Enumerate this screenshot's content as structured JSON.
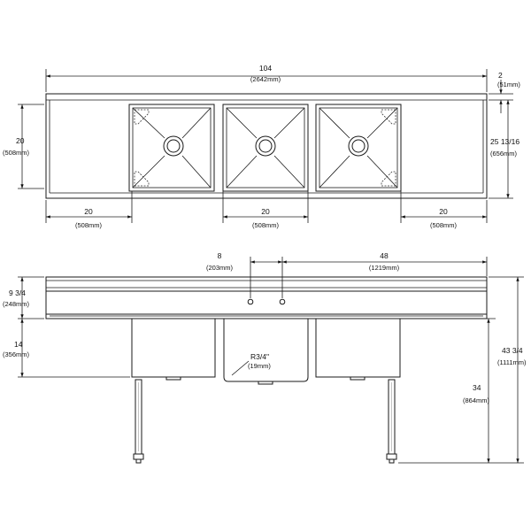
{
  "top_view": {
    "overall_length": {
      "in": "104",
      "mm": "(2642mm)"
    },
    "backsplash": {
      "in": "2",
      "mm": "(51mm)"
    },
    "drainboard_depth": {
      "in": "20",
      "mm": "(508mm)"
    },
    "overall_depth": {
      "in": "25 13/16",
      "mm": "(656mm)"
    },
    "left_drainboard": {
      "in": "20",
      "mm": "(508mm)"
    },
    "bowl_width": {
      "in": "20",
      "mm": "(508mm)"
    },
    "right_drainboard": {
      "in": "20",
      "mm": "(508mm)"
    }
  },
  "front_view": {
    "faucet_spacing": {
      "in": "8",
      "mm": "(203mm)"
    },
    "faucet_offset": {
      "in": "48",
      "mm": "(1219mm)"
    },
    "splash_height": {
      "in": "9 3/4",
      "mm": "(248mm)"
    },
    "bowl_depth": {
      "in": "14",
      "mm": "(356mm)"
    },
    "corner_radius": {
      "in": "R3/4\"",
      "mm": "(19mm)"
    },
    "overall_height": {
      "in": "43 3/4",
      "mm": "(1111mm)"
    },
    "work_height": {
      "in": "34",
      "mm": "(864mm)"
    }
  }
}
